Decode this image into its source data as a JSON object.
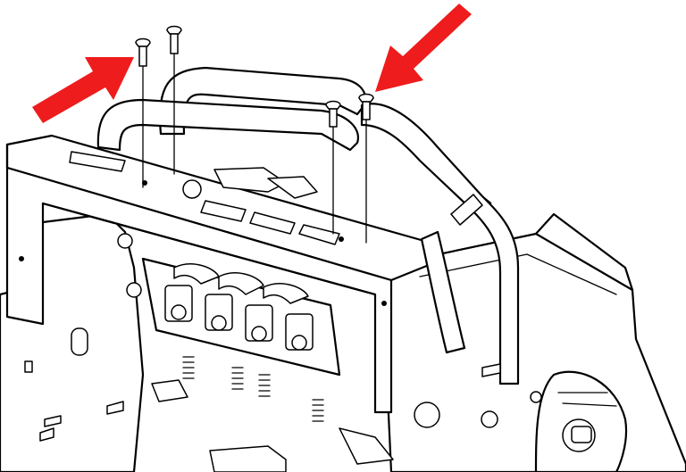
{
  "figure": {
    "subject": "assembly-exploded-view",
    "arrow_color": "#ee1c1c",
    "line_color": "#000000",
    "background": "#ffffff",
    "callouts": [
      {
        "id": "arrow-left-screws",
        "points_to": "left-screw-pair"
      },
      {
        "id": "arrow-right-screws",
        "points_to": "right-screw-pair"
      }
    ],
    "screws": [
      "screw-1",
      "screw-2",
      "screw-3",
      "screw-4"
    ]
  }
}
